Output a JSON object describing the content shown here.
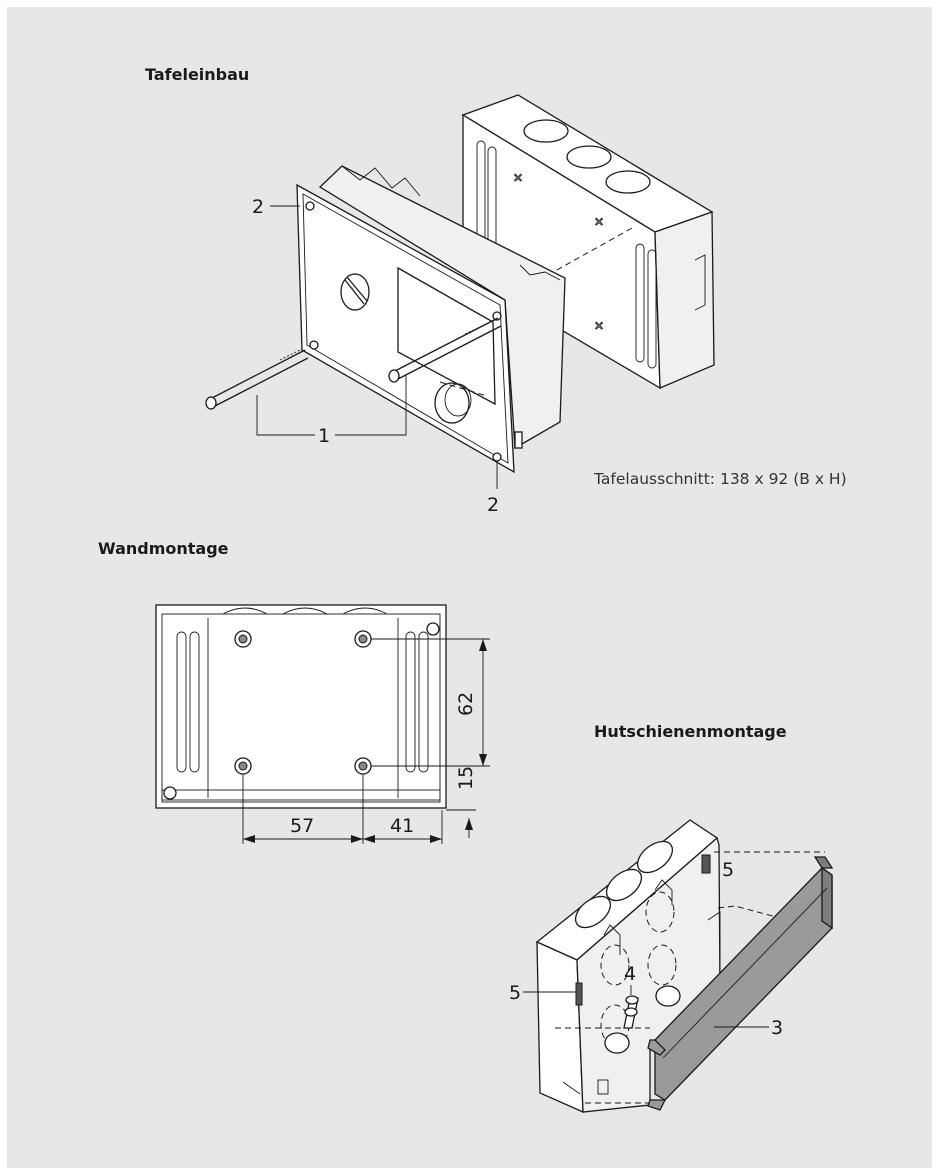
{
  "sections": {
    "panel_mount": {
      "title": "Tafeleinbau",
      "cutout_note": "Tafelausschnitt: 138 x 92 (B x H)"
    },
    "wall_mount": {
      "title": "Wandmontage"
    },
    "din_rail_mount": {
      "title": "Hutschienenmontage"
    }
  },
  "callouts": {
    "c1": "1",
    "c2_top": "2",
    "c2_bottom": "2",
    "c3": "3",
    "c4": "4",
    "c5_left": "5",
    "c5_right": "5"
  },
  "dimensions": {
    "height_62": "62",
    "height_15": "15",
    "width_57": "57",
    "width_41": "41"
  },
  "colors": {
    "background": "#e7e7e7",
    "line": "#1a1a1a",
    "rail": "#9a9a9a"
  }
}
